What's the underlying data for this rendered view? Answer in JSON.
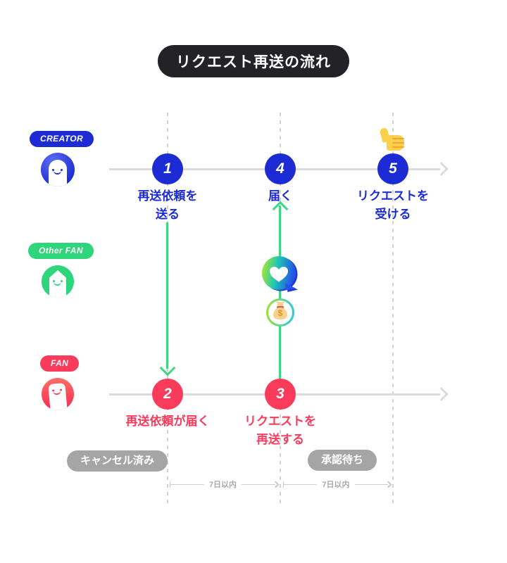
{
  "title": "リクエスト再送の流れ",
  "lanes": {
    "creator": {
      "label": "CREATOR"
    },
    "other_fan": {
      "label": "Other FAN"
    },
    "fan": {
      "label": "FAN"
    }
  },
  "steps": [
    {
      "number": "1",
      "label": "再送依頼を\n送る"
    },
    {
      "number": "2",
      "label": "再送依頼が届く"
    },
    {
      "number": "3",
      "label": "リクエストを\n再送する"
    },
    {
      "number": "4",
      "label": "届く"
    },
    {
      "number": "5",
      "label": "リクエストを\n受ける"
    }
  ],
  "statuses": {
    "cancelled": "キャンセル済み",
    "awaiting": "承認待ち"
  },
  "durations": [
    "7日以内",
    "7日以内"
  ],
  "money_bag": {
    "symbol": "$"
  },
  "icons": {
    "thumbs_up": "thumbs-up",
    "money_bag": "money-bag-dollar",
    "logo": "heart-speech-bubble",
    "flow_arrows": "green-arrow",
    "timeline_arrows": "gray-arrow"
  },
  "colors": {
    "creator_blue": "#1c2bd4",
    "other_fan_green": "#2fd57b",
    "fan_red": "#fb3b5c",
    "arrow_green": "#3cd981",
    "timeline_gray": "#dbdbdb",
    "status_gray": "#a5a5a5",
    "title_bg": "#232227",
    "logo_gradient": [
      "#b9ec1e",
      "#1fc9b2",
      "#2453e8"
    ]
  }
}
